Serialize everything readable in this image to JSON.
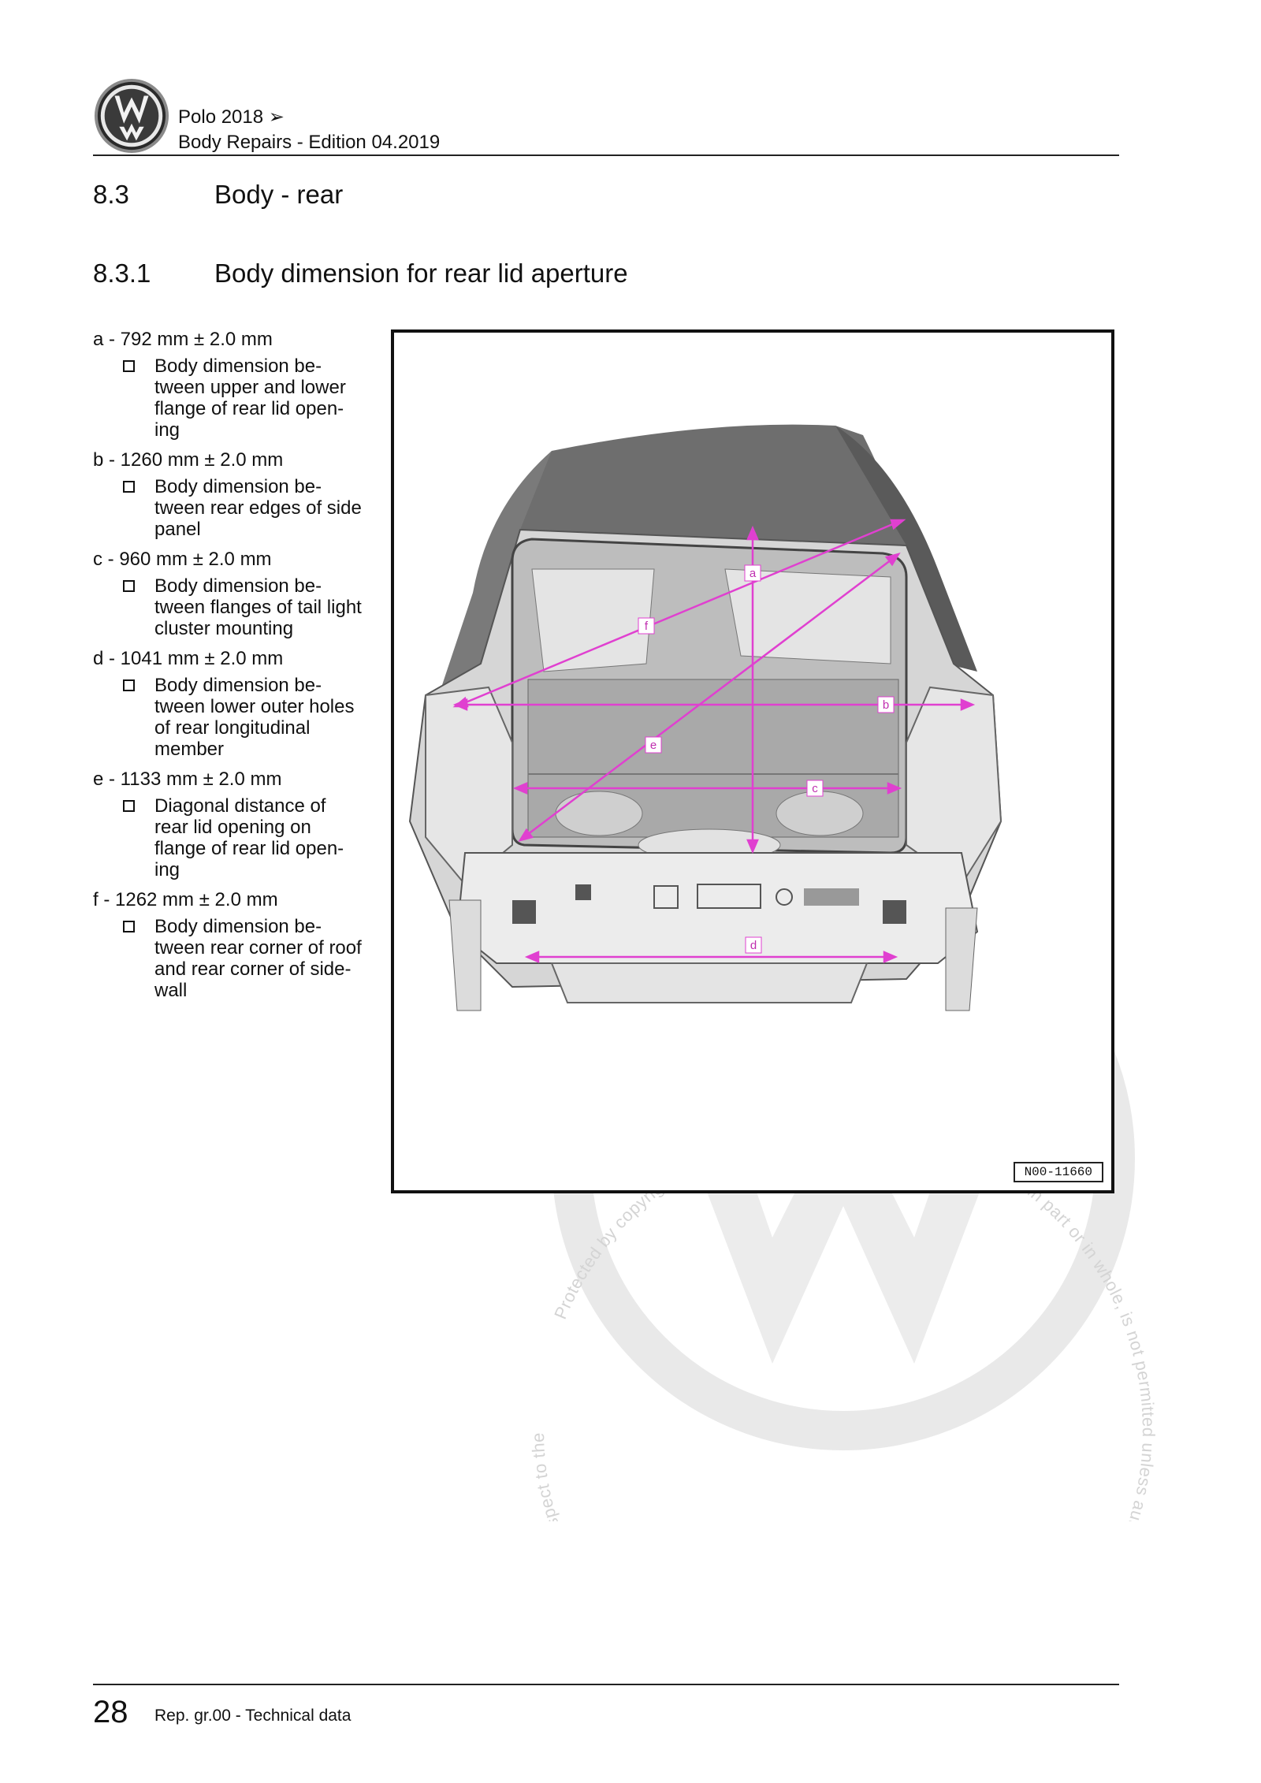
{
  "header": {
    "model": "Polo 2018 ➢",
    "edition": "Body Repairs - Edition 04.2019"
  },
  "section": {
    "number": "8.3",
    "title": "Body - rear"
  },
  "subsection": {
    "number": "8.3.1",
    "title": "Body dimension for rear lid aperture"
  },
  "legend": [
    {
      "head": "a - 792 mm ± 2.0 mm",
      "desc": "Body dimension be-\ntween upper and lower\nflange of rear lid open-\ning"
    },
    {
      "head": "b - 1260 mm ± 2.0 mm",
      "desc": "Body dimension be-\ntween rear edges of side\npanel"
    },
    {
      "head": "c - 960 mm ± 2.0 mm",
      "desc": "Body dimension be-\ntween flanges of tail light\ncluster mounting"
    },
    {
      "head": "d - 1041 mm ± 2.0 mm",
      "desc": "Body dimension be-\ntween lower outer holes\nof rear longitudinal\nmember"
    },
    {
      "head": "e - 1133 mm ± 2.0 mm",
      "desc": "Diagonal distance of\nrear lid opening on\nflange of rear lid open-\ning"
    },
    {
      "head": "f - 1262 mm ± 2.0 mm",
      "desc": "Body dimension be-\ntween rear corner of roof\nand rear corner of side-\nwall"
    }
  ],
  "figure": {
    "id": "N00-11660",
    "labels": {
      "a": "a",
      "b": "b",
      "c": "c",
      "d": "d",
      "e": "e",
      "f": "f"
    },
    "accent_color": "#e040d0"
  },
  "watermark": {
    "text": "Protected by copyright. Copying for private or commercial purposes, in part or in whole, is not permitted unless authorised by Volkswagen AG. Volkswagen AG does not guarantee or accept any liability with respect to the correctness of information in this document. Copyright by Volkswagen AG."
  },
  "footer": {
    "page": "28",
    "text": "Rep. gr.00 - Technical data"
  }
}
